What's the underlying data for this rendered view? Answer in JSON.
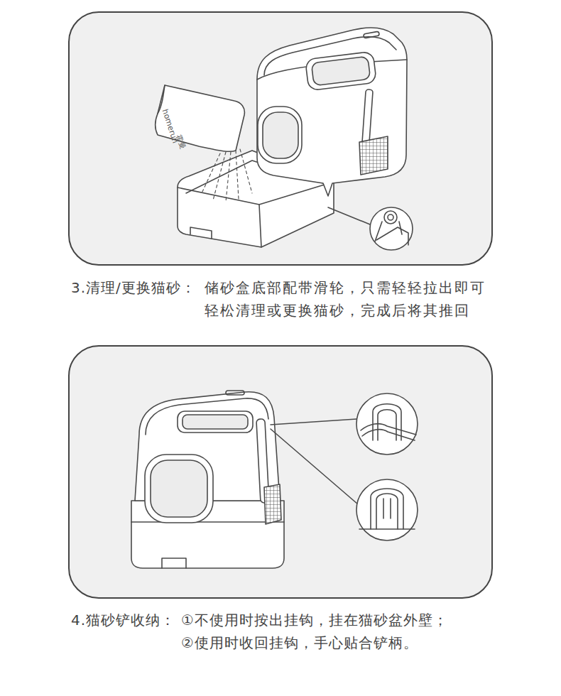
{
  "diagram": {
    "labels": [
      "homerun",
      "霍曼",
      "3.清理/更换猫砂：",
      "储砂盒底部配带滑轮，只需轻轻拉出即可轻松清理或更换猫砂，完成后将其推回",
      "4.猫砂铲收纳：",
      "①不使用时按出挂钩，挂在猫砂盆外壁；",
      "②使用时收回挂钩，手心贴合铲柄。"
    ]
  }
}
